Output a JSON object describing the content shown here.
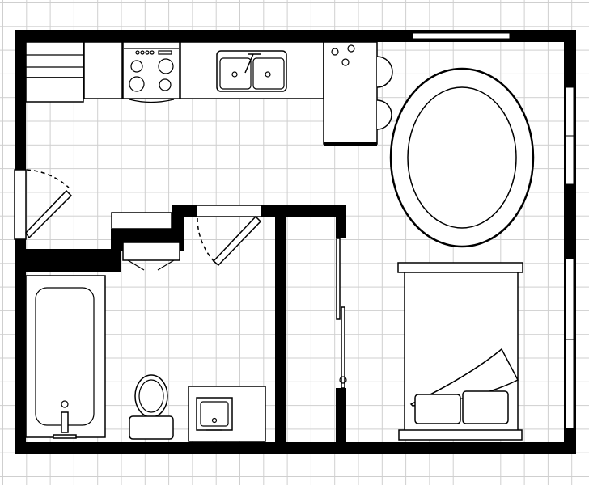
{
  "plan": {
    "colors": {
      "wall": "#000000",
      "grid": "#cfcfcf",
      "floor": "#ffffff",
      "fixture": "#ffffff"
    },
    "fixtures": [
      "refrigerator",
      "cabinet",
      "stove",
      "double-sink",
      "bar-counter",
      "bar-stools",
      "round-rug",
      "bed",
      "bathtub",
      "toilet",
      "bathroom-sink",
      "closet-sliding-doors",
      "entry-door",
      "bathroom-door",
      "washer-dryer",
      "windows"
    ]
  }
}
